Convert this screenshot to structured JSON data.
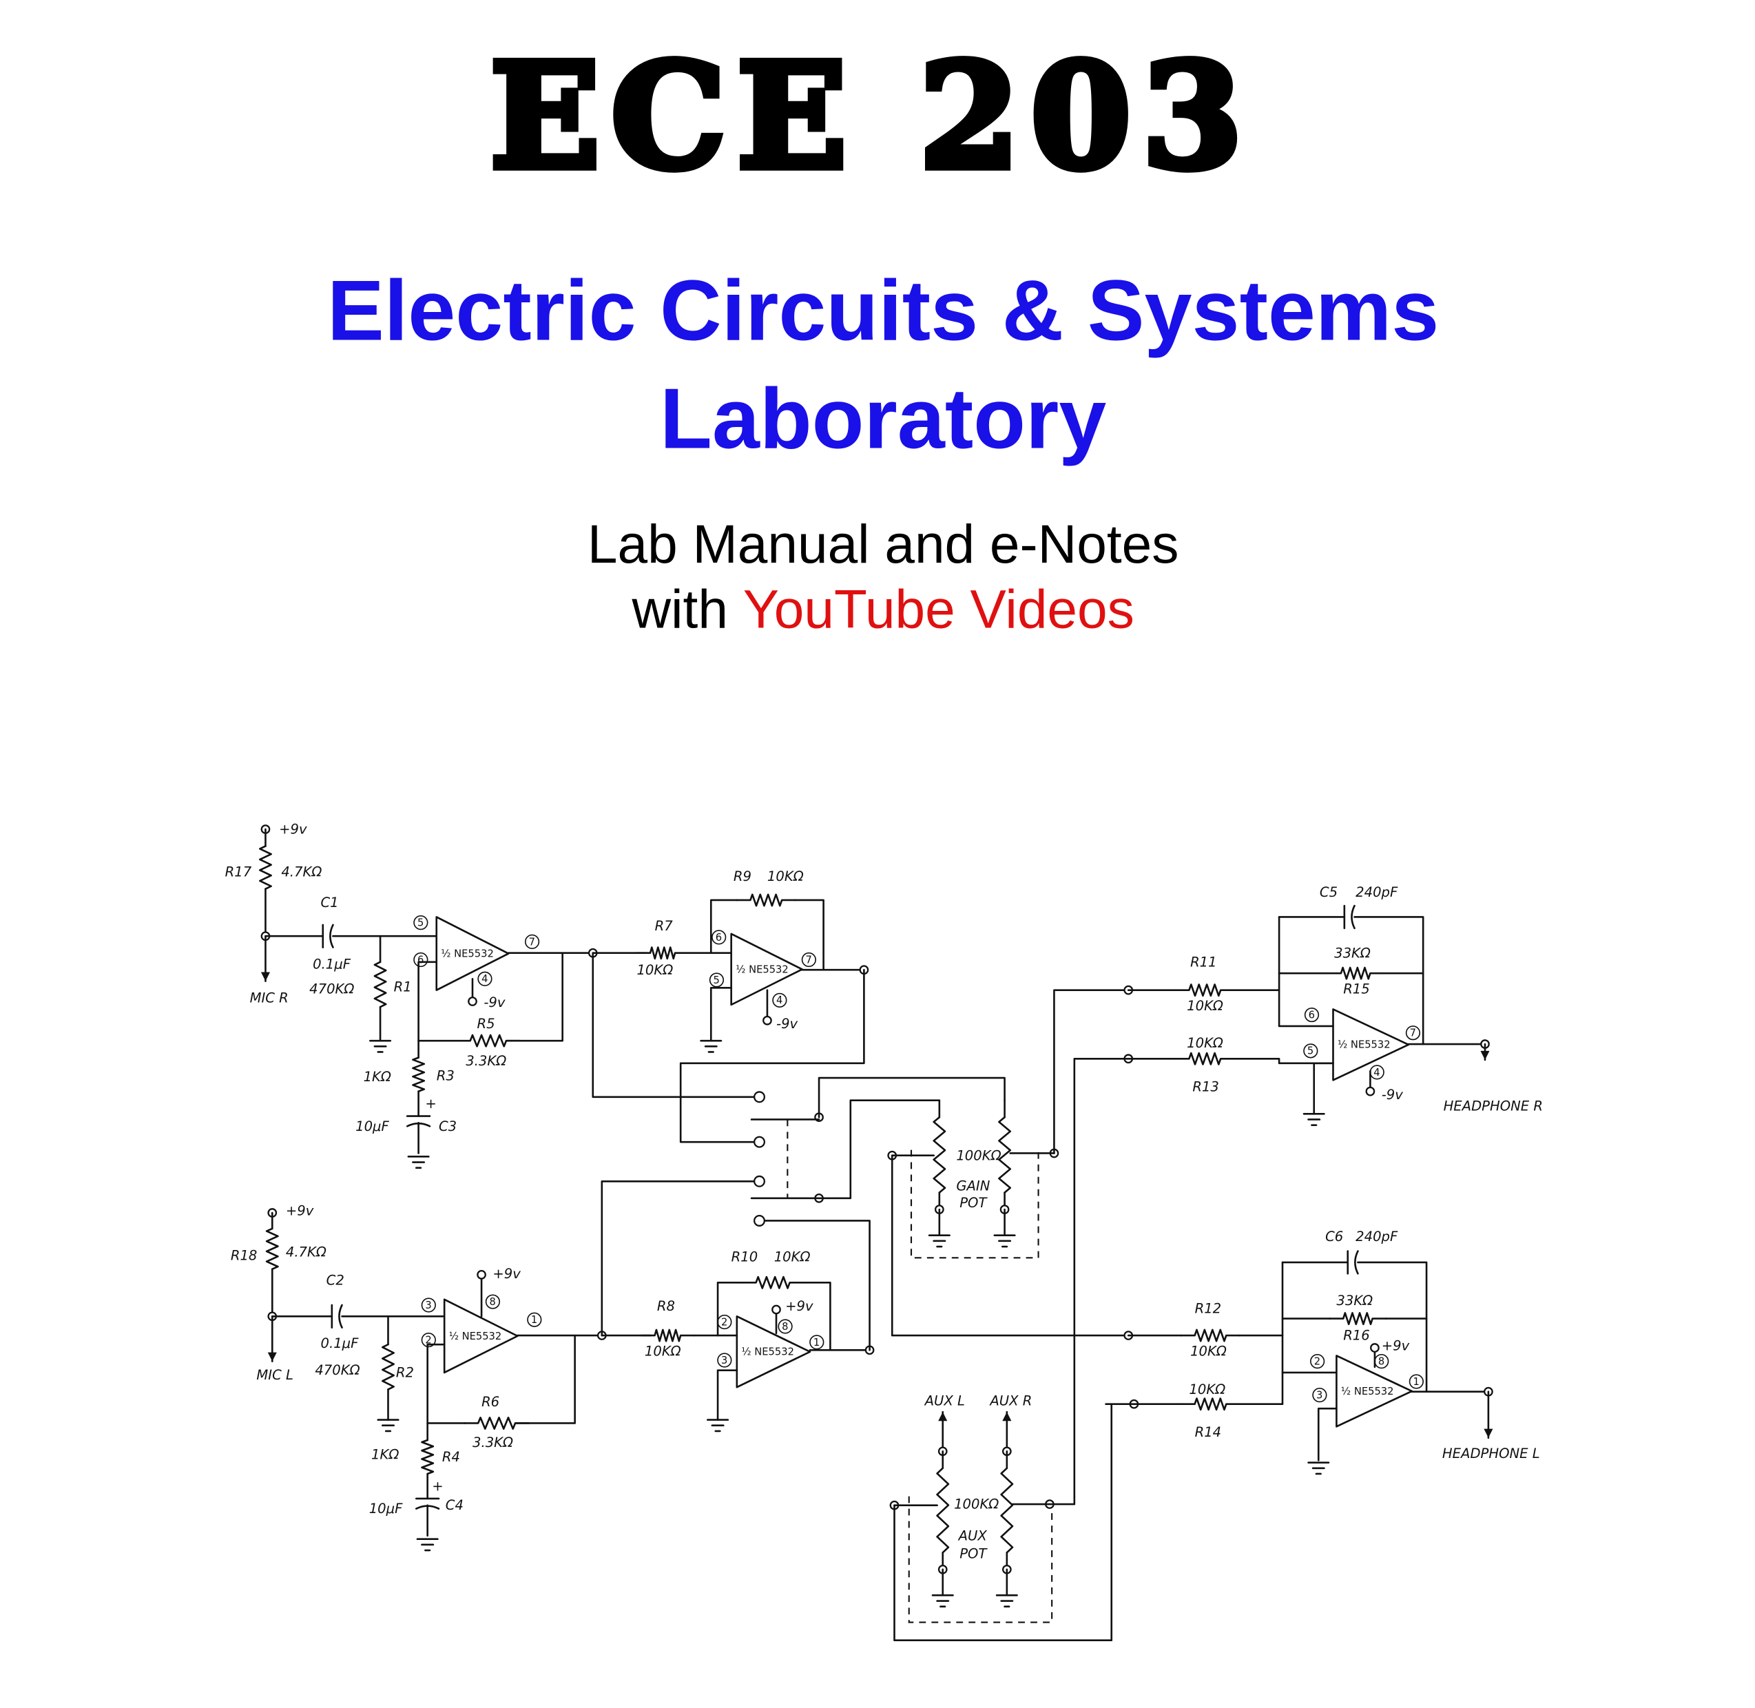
{
  "logo": "ECE 203",
  "title_line1": "Electric Circuits & Systems",
  "title_line2": "Laboratory",
  "subtitle_line1": "Lab Manual and e-Notes",
  "subtitle_with": "with",
  "subtitle_highlight": "YouTube Videos",
  "colors": {
    "title": "#1a10e8",
    "highlight": "#e01010",
    "text": "#000000"
  },
  "schematic": {
    "opamp_label": "½ NE5532",
    "labels": {
      "v9_r": "+9v",
      "r17": "R17",
      "r17v": "4.7KΩ",
      "c1": "C1",
      "c1v": "0.1μF",
      "mic_r": "MIC R",
      "r1v": "470KΩ",
      "r1": "R1",
      "p5a": "5",
      "p6a": "6",
      "p7a": "7",
      "p4a": "4",
      "n9a": "-9v",
      "r5": "R5",
      "r5v": "3.3KΩ",
      "r3v": "1KΩ",
      "r3": "R3",
      "c3v": "10μF",
      "c3": "C3",
      "c3p": "+",
      "r7": "R7",
      "r7v": "10KΩ",
      "r9": "R9",
      "r9v": "10KΩ",
      "p6b": "6",
      "p5b": "5",
      "p7b": "7",
      "p4b": "4",
      "n9b": "-9v",
      "v9_l": "+9v",
      "r18": "R18",
      "r18v": "4.7KΩ",
      "c2": "C2",
      "c2v": "0.1μF",
      "mic_l": "MIC L",
      "r2v": "470KΩ",
      "r2": "R2",
      "p3c": "3",
      "p2c": "2",
      "p8c": "8",
      "p1c": "1",
      "v9c": "+9v",
      "r6": "R6",
      "r6v": "3.3KΩ",
      "r4v": "1KΩ",
      "r4": "R4",
      "c4v": "10μF",
      "c4": "C4",
      "c4p": "+",
      "r8": "R8",
      "r8v": "10KΩ",
      "r10": "R10",
      "r10v": "10KΩ",
      "p2d": "2",
      "p3d": "3",
      "p8d": "8",
      "v9d": "+9v",
      "p1d": "1",
      "gainv": "100KΩ",
      "gain": "GAIN",
      "gainpot": "POT",
      "r11": "R11",
      "r11v": "10KΩ",
      "r13v": "10KΩ",
      "r13": "R13",
      "c5": "C5",
      "c5v": "240pF",
      "r15v": "33KΩ",
      "r15": "R15",
      "p6e": "6",
      "p5e": "5",
      "p7e": "7",
      "p4e": "4",
      "n9e": "-9v",
      "hp_r": "HEADPHONE R",
      "c6": "C6",
      "c6v": "240pF",
      "r16v": "33KΩ",
      "r16": "R16",
      "v9f": "+9v",
      "r12": "R12",
      "r12v": "10KΩ",
      "r14v": "10KΩ",
      "r14": "R14",
      "p2f": "2",
      "p8f": "8",
      "p3f": "3",
      "p1f": "1",
      "hp_l": "HEADPHONE L",
      "aux_l": "AUX L",
      "aux_r": "AUX R",
      "auxv": "100KΩ",
      "aux": "AUX",
      "auxpot": "POT"
    }
  }
}
